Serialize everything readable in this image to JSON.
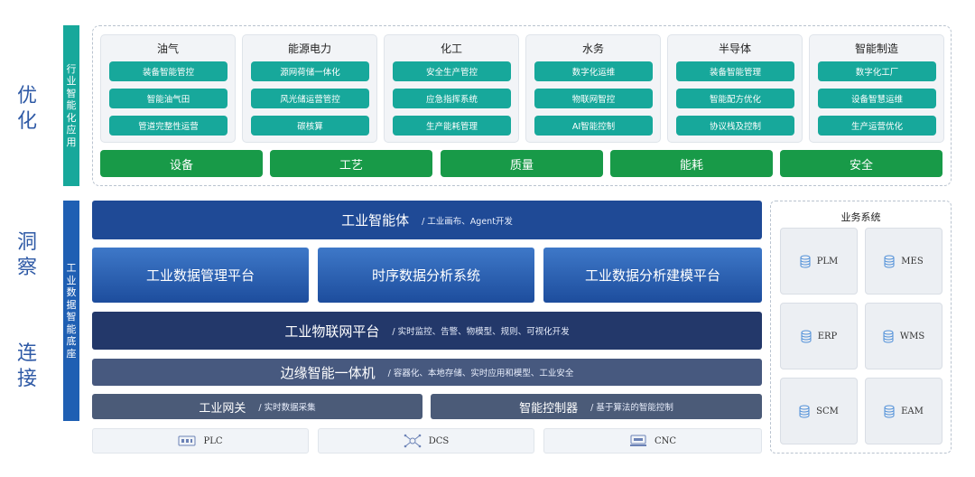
{
  "side_labels": {
    "optimize": "优化",
    "insight": "洞察",
    "connect": "连接"
  },
  "vertical_bars": {
    "industry_app": [
      "行",
      "业",
      "智",
      "能",
      "化",
      "应",
      "用"
    ],
    "data_base": [
      "工",
      "业",
      "数",
      "据",
      "智",
      "能",
      "底",
      "座"
    ]
  },
  "industries": [
    {
      "name": "油气",
      "items": [
        "装备智能管控",
        "智能油气田",
        "管道完整性运营"
      ]
    },
    {
      "name": "能源电力",
      "items": [
        "源网荷储一体化",
        "风光储运营管控",
        "碳核算"
      ]
    },
    {
      "name": "化工",
      "items": [
        "安全生产管控",
        "应急指挥系统",
        "生产能耗管理"
      ]
    },
    {
      "name": "水务",
      "items": [
        "数字化运维",
        "物联网智控",
        "AI智能控制"
      ]
    },
    {
      "name": "半导体",
      "items": [
        "装备智能管理",
        "智能配方优化",
        "协议栈及控制"
      ]
    },
    {
      "name": "智能制造",
      "items": [
        "数字化工厂",
        "设备智慧运维",
        "生产运营优化"
      ]
    }
  ],
  "categories": [
    "设备",
    "工艺",
    "质量",
    "能耗",
    "安全"
  ],
  "agent": {
    "title": "工业智能体",
    "sub": "/ 工业画布、Agent开发"
  },
  "platforms": [
    "工业数据管理平台",
    "时序数据分析系统",
    "工业数据分析建模平台"
  ],
  "iot": {
    "title": "工业物联网平台",
    "sub": "/ 实时监控、告警、物模型、规则、可视化开发"
  },
  "edge": {
    "title": "边缘智能一体机",
    "sub": "/ 容器化、本地存储、实时应用和模型、工业安全"
  },
  "gateway": {
    "title": "工业网关",
    "sub": "/ 实时数据采集"
  },
  "controller": {
    "title": "智能控制器",
    "sub": "/ 基于算法的智能控制"
  },
  "devices": [
    {
      "label": "PLC",
      "icon": "plc-icon"
    },
    {
      "label": "DCS",
      "icon": "dcs-icon"
    },
    {
      "label": "CNC",
      "icon": "cnc-icon"
    }
  ],
  "business": {
    "title": "业务系统",
    "systems": [
      "PLM",
      "MES",
      "ERP",
      "WMS",
      "SCM",
      "EAM"
    ]
  },
  "colors": {
    "teal": "#17a89b",
    "green": "#189a48",
    "blue_dark": "#1e3f7a",
    "blue_mid": "#4a5f86",
    "side_text": "#2f5aa6"
  }
}
